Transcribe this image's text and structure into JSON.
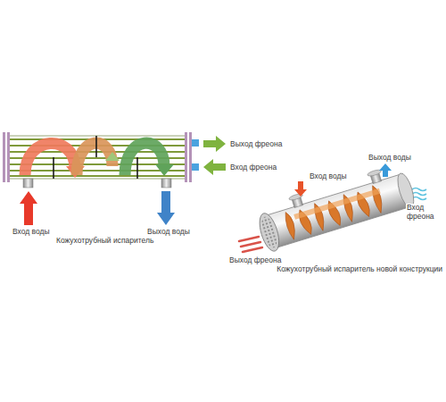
{
  "diagram": {
    "labels": [
      "Выход фреона",
      "Вход фреона",
      "Вход воды",
      "Выход воды",
      "Кожухотрубный испаритель",
      "Вход воды",
      "Выход воды",
      "Вход фреона",
      "Выход фреона",
      "Кожухотрубный испаритель новой конструкции"
    ]
  }
}
